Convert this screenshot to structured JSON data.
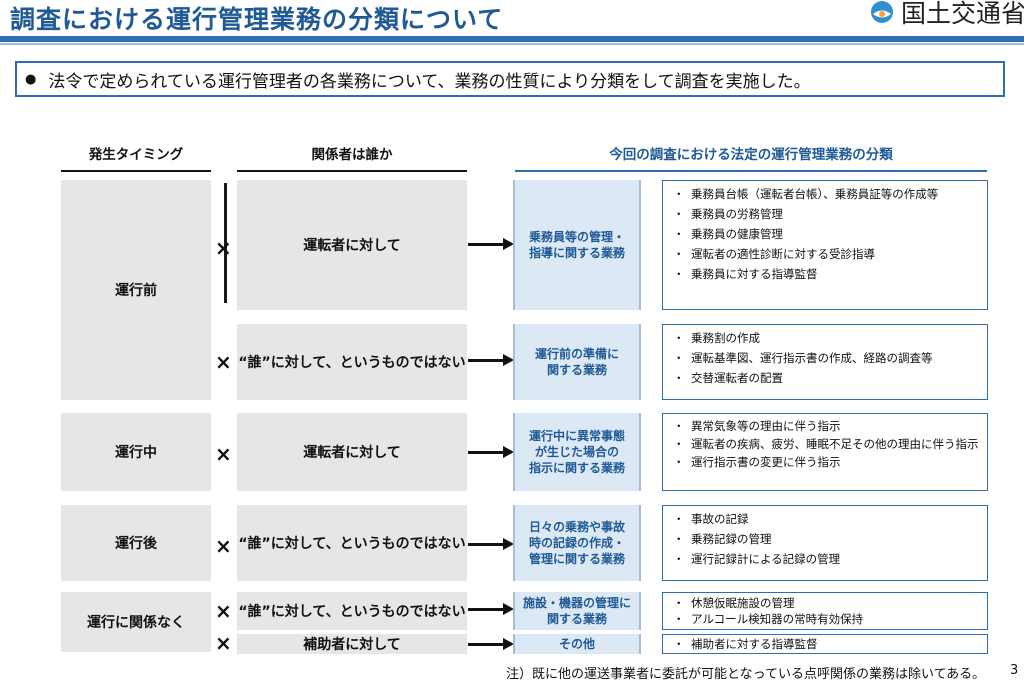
{
  "header": {
    "title": "調査における運行管理業務の分類について",
    "logo_text": "国土交通省"
  },
  "summary": {
    "bullet": "●",
    "text": "法令で定められている運行管理者の各業務について、業務の性質により分類をして調査を実施した。"
  },
  "columns": {
    "timing": "発生タイミング",
    "who": "関係者は誰か",
    "classification": "今回の調査における法定の運行管理業務の分類"
  },
  "timing": {
    "before": "運行前",
    "during": "運行中",
    "after": "運行後",
    "unrelated": "運行に関係なく"
  },
  "symbol": {
    "times": "×"
  },
  "rows": [
    {
      "who": "運転者に対して",
      "category": "乗務員等の管理・\n指導に関する業務",
      "items": [
        "乗務員台帳（運転者台帳）、乗務員証等の作成等",
        "乗務員の労務管理",
        "乗務員の健康管理",
        "運転者の適性診断に対する受診指導",
        "乗務員に対する指導監督"
      ]
    },
    {
      "who": "“誰”に対して、というものではない",
      "category": "運行前の準備に\n関する業務",
      "items": [
        "乗務割の作成",
        "運転基準図、運行指示書の作成、経路の調査等",
        "交替運転者の配置"
      ]
    },
    {
      "who": "運転者に対して",
      "category": "運行中に異常事態\nが生じた場合の\n指示に関する業務",
      "items": [
        "異常気象等の理由に伴う指示",
        "運転者の疾病、疲労、睡眠不足その他の理由に伴う指示",
        "運行指示書の変更に伴う指示"
      ]
    },
    {
      "who": "“誰”に対して、というものではない",
      "category": "日々の乗務や事故\n時の記録の作成・\n管理に関する業務",
      "items": [
        "事故の記録",
        "乗務記録の管理",
        "運行記録計による記録の管理"
      ]
    },
    {
      "who": "“誰”に対して、というものではない",
      "category": "施設・機器の管理に\n関する業務",
      "items": [
        "休憩仮眠施設の管理",
        "アルコール検知器の常時有効保持"
      ]
    },
    {
      "who": "補助者に対して",
      "category": "その他",
      "items": [
        "補助者に対する指導監督"
      ]
    }
  ],
  "footer": {
    "note": "注）既に他の運送事業者に委託が可能となっている点呼関係の業務は除いてある。",
    "page": "3"
  },
  "colors": {
    "title": "#1f5a96",
    "accent": "#2f6eb0",
    "category_fill": "#dce9f5",
    "grey_fill": "#e6e6e6"
  }
}
